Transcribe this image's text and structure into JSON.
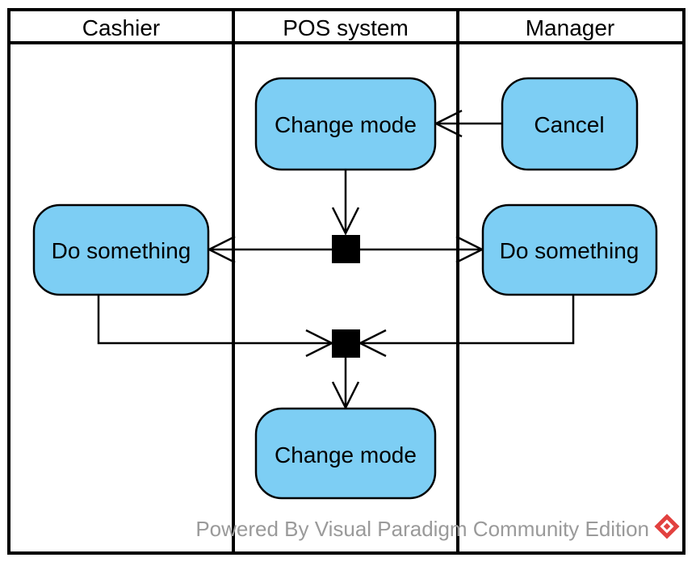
{
  "swimlanes": [
    {
      "id": "cashier",
      "title": "Cashier"
    },
    {
      "id": "pos",
      "title": "POS system"
    },
    {
      "id": "manager",
      "title": "Manager"
    }
  ],
  "actions": {
    "change_mode_top": "Change mode",
    "cancel": "Cancel",
    "do_something_cashier": "Do something",
    "do_something_manager": "Do something",
    "change_mode_bottom": "Change mode"
  },
  "bars": {
    "fork": "fork",
    "join": "join"
  },
  "edges": [
    {
      "from": "cancel",
      "to": "change_mode_top"
    },
    {
      "from": "change_mode_top",
      "to": "fork"
    },
    {
      "from": "fork",
      "to": "do_something_cashier"
    },
    {
      "from": "fork",
      "to": "do_something_manager"
    },
    {
      "from": "do_something_cashier",
      "to": "join"
    },
    {
      "from": "do_something_manager",
      "to": "join"
    },
    {
      "from": "join",
      "to": "change_mode_bottom"
    }
  ],
  "colors": {
    "action_fill": "#7DCEF4",
    "stroke": "#000000",
    "watermark_text": "#9A9A9A",
    "logo": "#E2413F"
  },
  "watermark": {
    "text": "Powered By Visual Paradigm Community Edition"
  }
}
